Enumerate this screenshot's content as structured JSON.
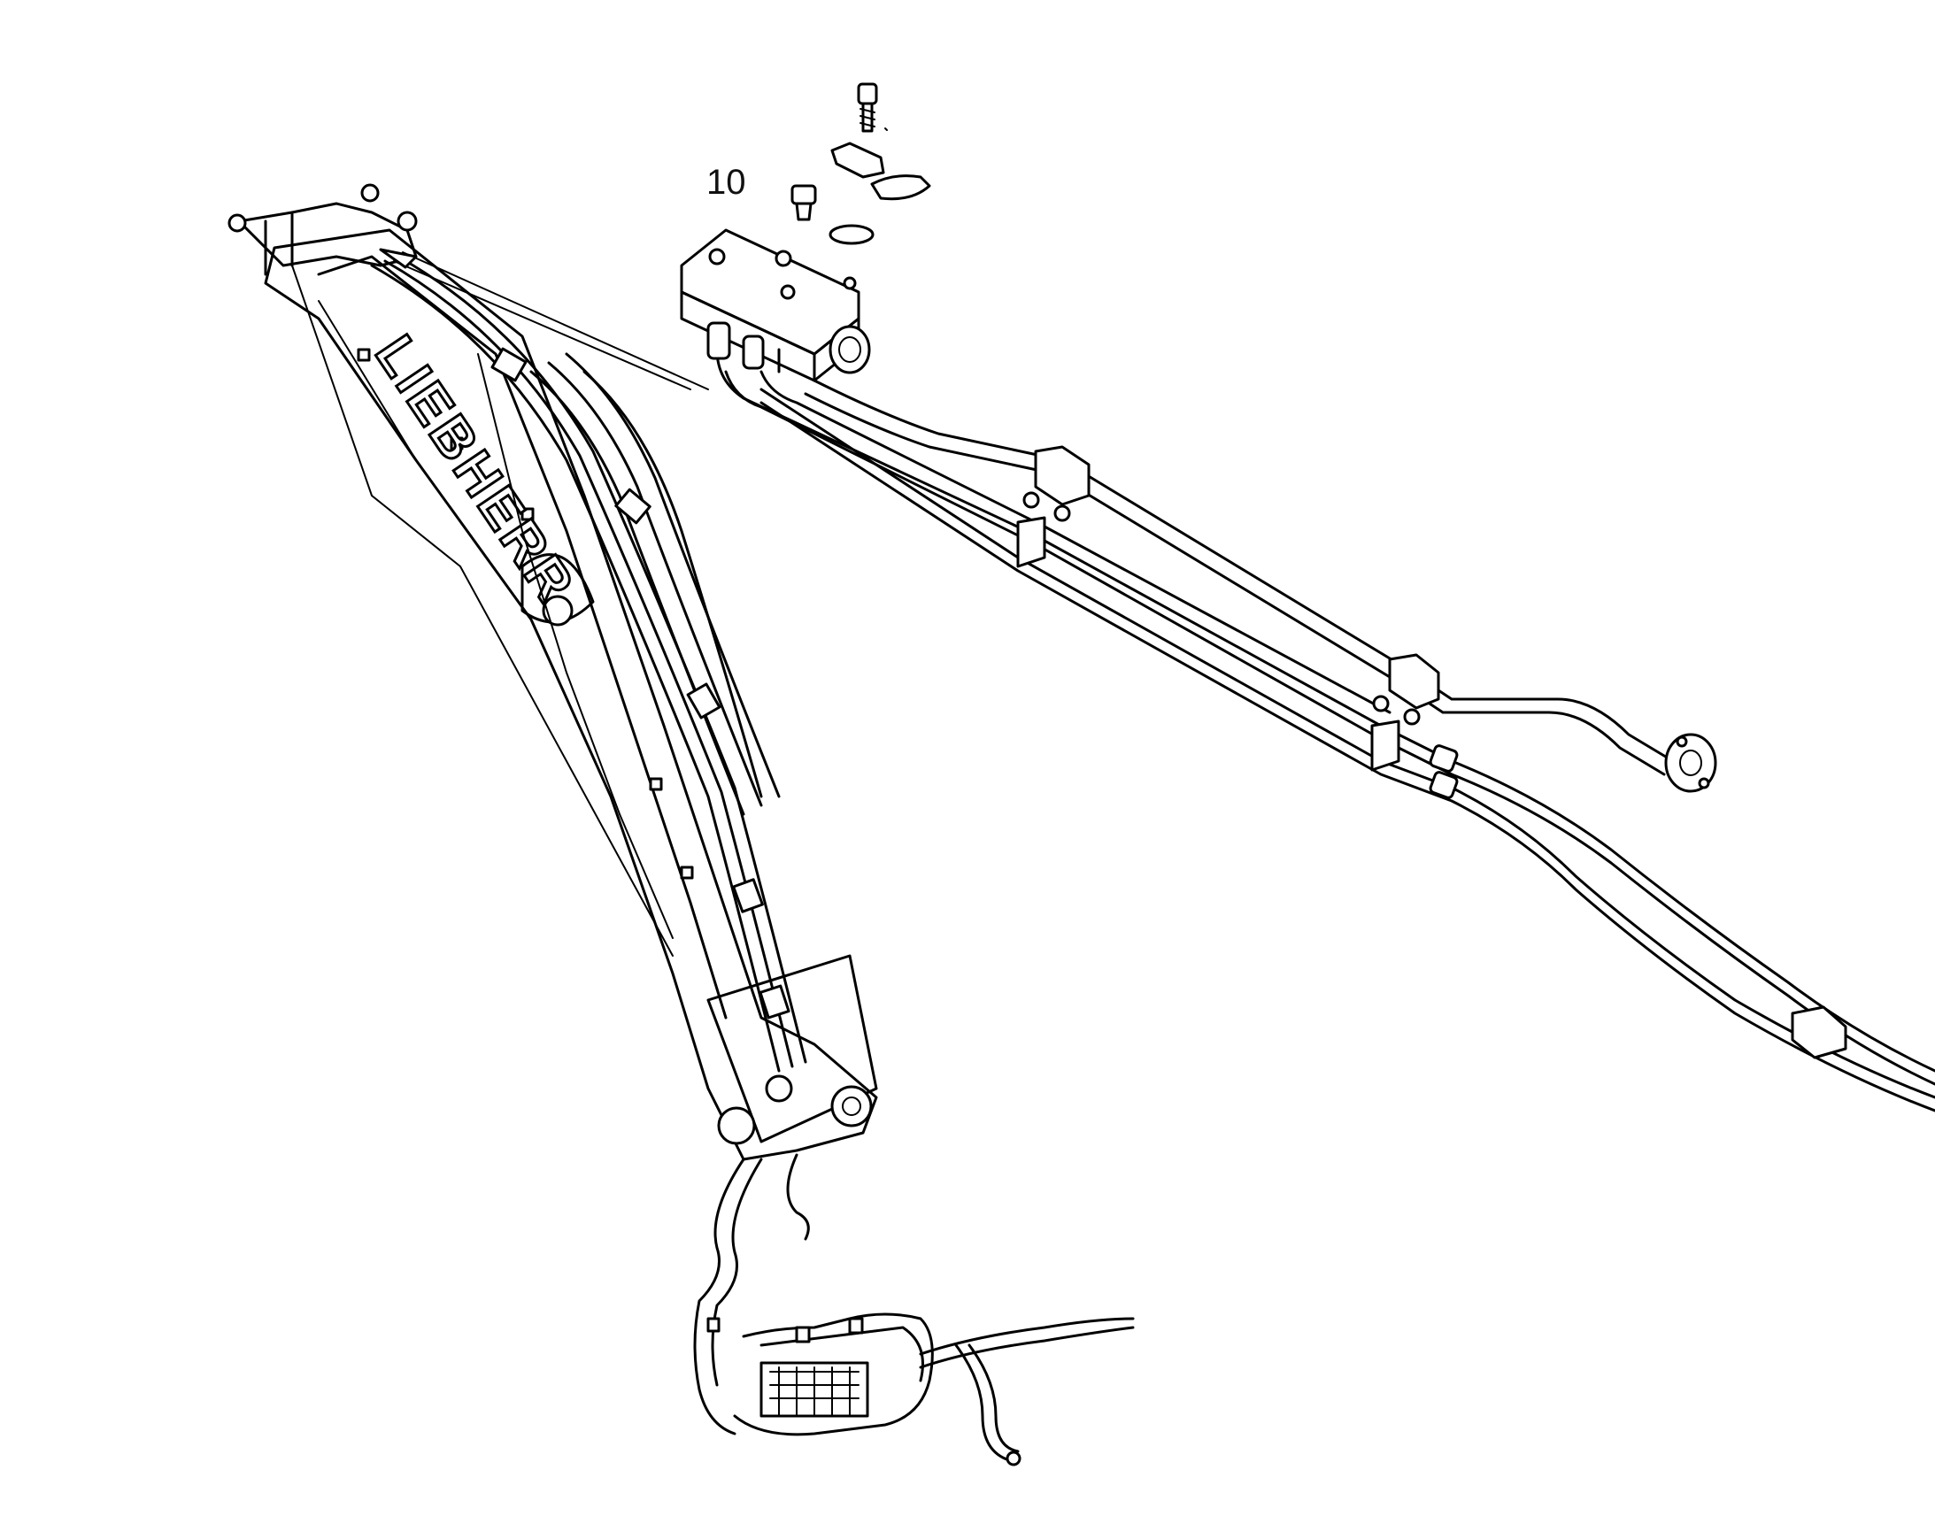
{
  "diagram": {
    "callouts": [
      {
        "id": "part-10",
        "label": "10"
      }
    ],
    "logo_text": "LIEBHERR"
  }
}
